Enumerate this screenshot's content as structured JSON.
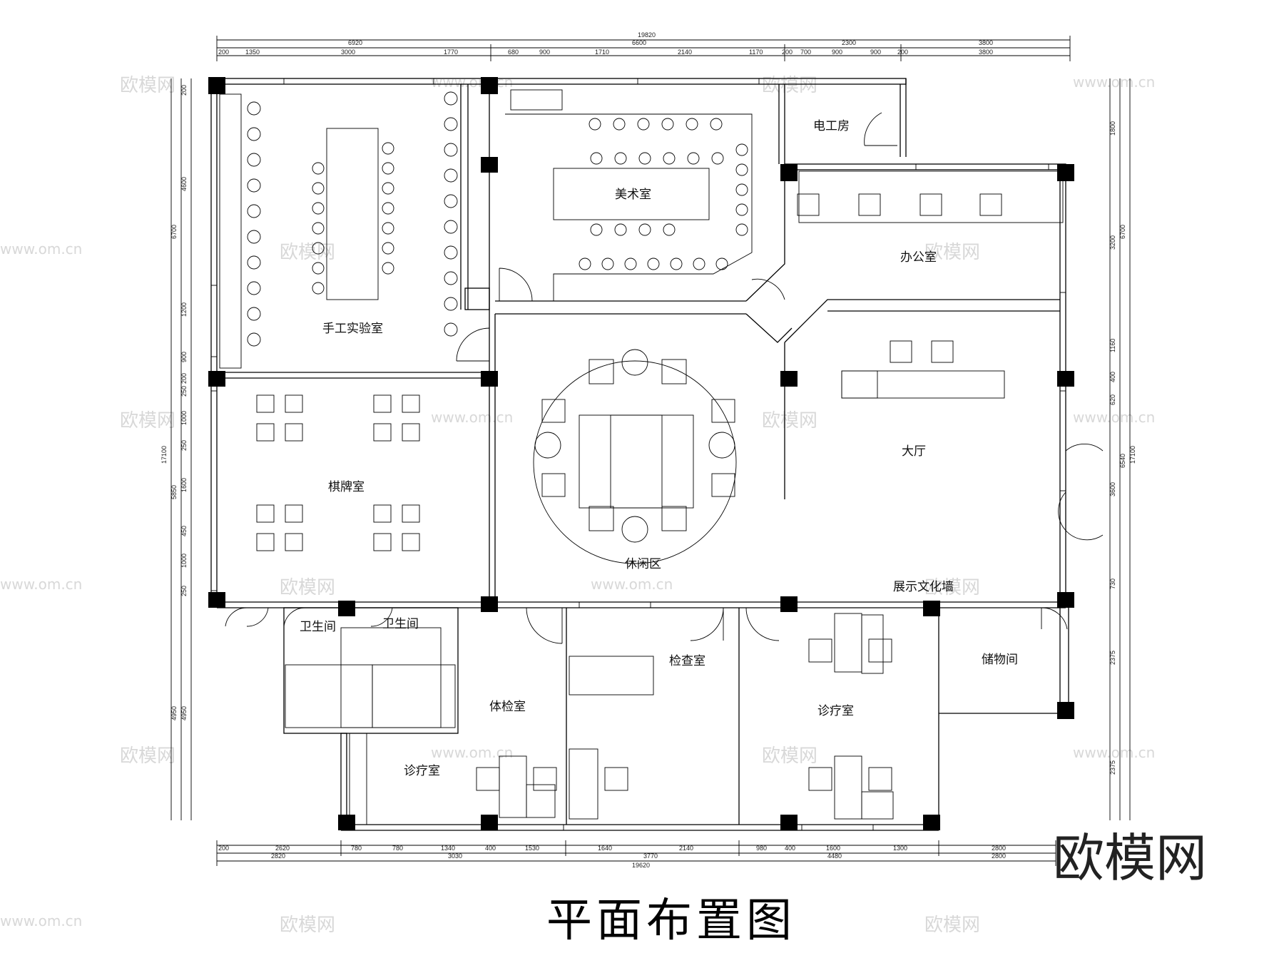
{
  "title": "平面布置图",
  "brand": "欧模网",
  "watermarks": [
    "欧模网",
    "www.om.cn"
  ],
  "rooms": {
    "handcraft_lab": "手工实验室",
    "art_room": "美术室",
    "electrical_room": "电工房",
    "office": "办公室",
    "lounge": "休闲区",
    "hall": "大厅",
    "chess_room": "棋牌室",
    "display_wall": "展示文化墙",
    "toilet_1": "卫生间",
    "toilet_2": "卫生间",
    "physical_exam": "体检室",
    "inspection": "检查室",
    "treatment_left": "诊疗室",
    "treatment_right": "诊疗室",
    "storage": "储物间"
  },
  "dims": {
    "top_total": "19820",
    "top_row1": [
      "6920",
      "6600",
      "2300",
      "3800"
    ],
    "top_row2": [
      "200",
      "1350",
      "3000",
      "1770",
      "680",
      "900",
      "1710",
      "2140",
      "1170",
      "200",
      "700",
      "900",
      "900",
      "200",
      "3800"
    ],
    "bottom_row1": [
      "200",
      "2620",
      "780",
      "780",
      "1340",
      "400",
      "1530",
      "1640",
      "2140",
      "980",
      "400",
      "1600",
      "1300",
      "2800"
    ],
    "bottom_row2": [
      "2820",
      "3030",
      "3770",
      "4480",
      "2800"
    ],
    "bottom_total": "19620",
    "left_outer": [
      "6700",
      "17100",
      "4950"
    ],
    "left_inner": [
      "200",
      "4600",
      "1200",
      "900",
      "200",
      "250",
      "1000",
      "250",
      "1600",
      "5850",
      "450",
      "1000",
      "250",
      "4950"
    ],
    "right_outer": [
      "6700",
      "17100"
    ],
    "right_inner": [
      "1800",
      "3200",
      "1160",
      "400",
      "620",
      "6540",
      "3600",
      "730",
      "2375",
      "2375"
    ]
  },
  "colors": {
    "line": "#000000",
    "watermark": "#d8d8d8"
  }
}
